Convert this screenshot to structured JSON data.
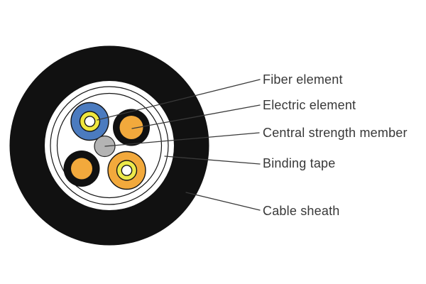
{
  "diagram": {
    "kind": "cable-cross-section",
    "labels": [
      {
        "id": "fiber-element",
        "text": "Fiber element"
      },
      {
        "id": "electric-element",
        "text": "Electric element"
      },
      {
        "id": "central-strength-member",
        "text": "Central strength member"
      },
      {
        "id": "binding-tape",
        "text": "Binding tape"
      },
      {
        "id": "cable-sheath",
        "text": "Cable sheath"
      }
    ]
  },
  "colors": {
    "sheath_black": "#111111",
    "fiber_blue": "#4b7bbf",
    "ring_yellow": "#efe73e",
    "ring_yellow_soft": "#ece94a",
    "element_orange": "#f2a93c",
    "strength_gray": "#b4b4b4",
    "core_white": "#ffffff",
    "leader_line": "#3a3a3a",
    "label_text": "#383838"
  }
}
